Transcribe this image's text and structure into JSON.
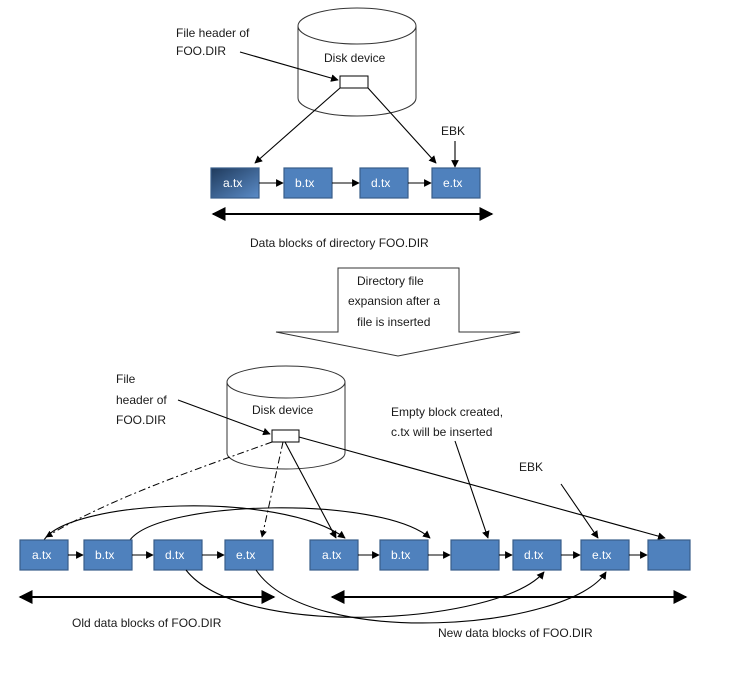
{
  "top": {
    "header_label": [
      "File header of",
      "FOO.DIR"
    ],
    "disk_label": "Disk device",
    "ebk_label": "EBK",
    "blocks": [
      "a.tx",
      "b.tx",
      "d.tx",
      "e.tx"
    ],
    "range_caption": "Data blocks of directory FOO.DIR"
  },
  "transition": {
    "caption": [
      "Directory file",
      "expansion after a",
      "file is inserted"
    ]
  },
  "bottom": {
    "header_label": [
      "File",
      "header of",
      "FOO.DIR"
    ],
    "disk_label": "Disk device",
    "empty_label": [
      "Empty block created,",
      "c.tx will be inserted"
    ],
    "ebk_label": "EBK",
    "old_blocks": [
      "a.tx",
      "b.tx",
      "d.tx",
      "e.tx"
    ],
    "new_blocks": [
      "a.tx",
      "b.tx",
      "",
      "d.tx",
      "e.tx",
      ""
    ],
    "old_caption": "Old data blocks of FOO.DIR",
    "new_caption": "New data blocks of FOO.DIR"
  }
}
